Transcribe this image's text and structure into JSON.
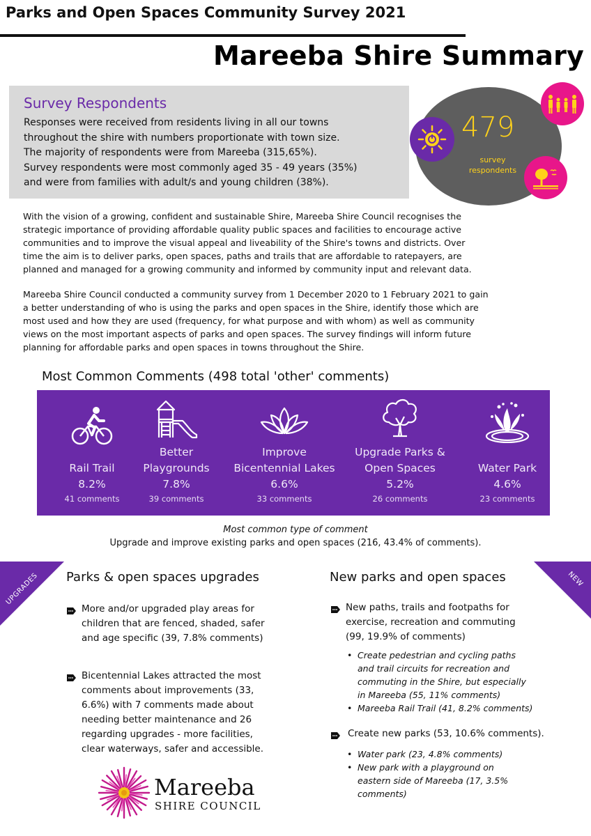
{
  "header": {
    "top_title": "Parks and Open Spaces Community Survey 2021",
    "main_title": "Mareeba Shire Summary"
  },
  "respondents": {
    "heading": "Survey Respondents",
    "lines": [
      "Responses were received from residents living in all our towns",
      "throughout the shire with numbers proportionate with town size.",
      "The majority of respondents were from Mareeba (315,65%).",
      "Survey respondents were most commonly aged 35 - 49 years (35%)",
      "and were from families with adult/s and young children (38%)."
    ],
    "stat_number": "479",
    "stat_label_1": "survey",
    "stat_label_2": "respondents",
    "icons": [
      "sun-icon",
      "family-icon",
      "park-icon"
    ],
    "colors": {
      "purple": "#6a2aa8",
      "pink": "#e8168a",
      "grey": "#5e5e5e",
      "yellow": "#ffd21a"
    }
  },
  "intro": {
    "paragraph_1": [
      "With the vision of a growing, confident and sustainable Shire, Mareeba Shire Council recognises the",
      "strategic importance of providing affordable quality public spaces and facilities to encourage active",
      "communities and to improve the visual appeal and liveability of the Shire's towns and districts. Over",
      "time the aim is  to deliver parks, open spaces, paths and trails that are affordable to ratepayers, are",
      "planned and managed for a growing community and informed by community input and relevant data."
    ],
    "paragraph_2": [
      "Mareeba Shire Council conducted a community survey from 1 December 2020 to 1 February 2021 to gain",
      "a better understanding of who is using the parks and open spaces in the Shire, identify those which are",
      "most used and how they are used (frequency, for what purpose and with whom) as well as community",
      "views on the most important aspects of parks and open spaces. The survey findings will inform future",
      "planning for affordable parks and open spaces in towns throughout the Shire."
    ]
  },
  "comments": {
    "title": "Most Common Comments (498 total 'other' comments)",
    "categories": [
      {
        "label_1": "",
        "label_2": "Rail Trail",
        "pct": "8.2%",
        "count": "41 comments",
        "icon": "cyclist-icon"
      },
      {
        "label_1": "Better",
        "label_2": "Playgrounds",
        "pct": "7.8%",
        "count": "39 comments",
        "icon": "playground-icon"
      },
      {
        "label_1": "Improve",
        "label_2": "Bicentennial Lakes",
        "pct": "6.6%",
        "count": "33 comments",
        "icon": "lotus-icon"
      },
      {
        "label_1": "Upgrade Parks &",
        "label_2": "Open Spaces",
        "pct": "5.2%",
        "count": "26 comments",
        "icon": "tree-icon"
      },
      {
        "label_1": "",
        "label_2": "Water Park",
        "pct": "4.6%",
        "count": "23 comments",
        "icon": "water-splash-icon"
      }
    ],
    "common_type_label": "Most common type of comment",
    "common_type_value": "Upgrade and improve existing parks and open spaces (216, 43.4% of comments)."
  },
  "ribbons": {
    "left": "UPGRADES",
    "right": "NEW"
  },
  "upgrades": {
    "heading": "Parks & open spaces upgrades",
    "bullet_1": [
      "More and/or upgraded play areas for",
      "children that are fenced, shaded, safer",
      "and age specific (39, 7.8% comments)"
    ],
    "bullet_2": [
      "Bicentennial Lakes attracted the most",
      "comments about improvements (33,",
      "6.6%) with 7 comments made about",
      "needing better maintenance and 26",
      "regarding upgrades - more facilities,",
      "clear waterways, safer and accessible."
    ]
  },
  "new_spaces": {
    "heading": "New parks and open spaces",
    "bullet_1": [
      "New paths, trails and footpaths for",
      "exercise, recreation and commuting",
      "(99, 19.9% of comments)"
    ],
    "sub_1a": [
      "Create pedestrian and cycling paths",
      "and trail circuits for recreation and",
      "commuting in the Shire, but especially",
      "in Mareeba (55, 11% comments)"
    ],
    "sub_1b": [
      "Mareeba Rail Trail (41, 8.2% comments)"
    ],
    "bullet_2": [
      "Create new parks (53, 10.6% comments)."
    ],
    "sub_2a": [
      "Water park (23, 4.8% comments)"
    ],
    "sub_2b": [
      "New park with a playground on",
      "eastern side of Mareeba (17, 3.5%",
      "comments)"
    ]
  },
  "logo": {
    "name": "Mareeba",
    "subtitle": "SHIRE COUNCIL",
    "icon": "flower-logo-icon"
  }
}
